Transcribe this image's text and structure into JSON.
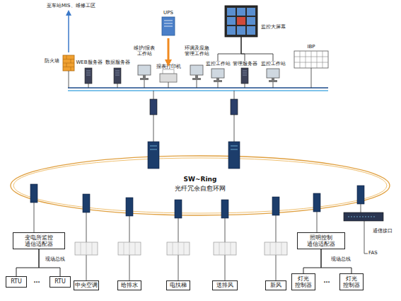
{
  "diagram": {
    "nodes": [
      {
        "text": [
          "防火墙"
        ]
      },
      {
        "text": [
          "WEB服务器"
        ]
      },
      {
        "text": [
          "数据服务器"
        ]
      },
      {
        "text": [
          "维护/报表 工作站"
        ]
      },
      {
        "text": [
          "报表打印机"
        ]
      },
      {
        "text": [
          "UPS"
        ]
      },
      {
        "text": [
          "环调及应急 管理工作站"
        ]
      },
      {
        "text": [
          "监控工作站"
        ]
      },
      {
        "text": [
          "管理服务器"
        ]
      },
      {
        "text": [
          "监控工作站"
        ]
      },
      {
        "text": [
          "监控大屏幕"
        ]
      },
      {
        "text": [
          "IBP"
        ]
      },
      {
        "text": [
          "变电所监控 通信适配器"
        ]
      },
      {
        "text": [
          "RTU"
        ]
      },
      {
        "text": [
          "RTU"
        ]
      },
      {
        "text": [
          "中央空调"
        ]
      },
      {
        "text": [
          "给排水"
        ]
      },
      {
        "text": [
          "电扶梯"
        ]
      },
      {
        "text": [
          "送排风"
        ]
      },
      {
        "text": [
          "新风"
        ]
      },
      {
        "text": [
          "照明控制 通信适配器"
        ]
      },
      {
        "text": [
          "灯光 控制器"
        ]
      },
      {
        "text": [
          "灯光 控制器"
        ]
      },
      {
        "text": [
          "通信接口"
        ]
      }
    ],
    "edges": [
      {
        "from": 5,
        "to": 4,
        "arrow": "to"
      },
      {
        "from": 10,
        "to": 7,
        "arrow": "none"
      },
      {
        "from": 10,
        "to": 8,
        "arrow": "none"
      },
      {
        "from": 10,
        "to": 9,
        "arrow": "none"
      },
      {
        "from": 12,
        "to": 13,
        "arrow": "none"
      },
      {
        "from": 12,
        "to": 14,
        "arrow": "none"
      },
      {
        "from": 20,
        "to": 21,
        "arrow": "none"
      },
      {
        "from": 20,
        "to": 22,
        "arrow": "none"
      }
    ],
    "labels": [
      "至车站MIS、维修工区",
      "SW~Ring",
      "光纤冗余自愈环网",
      "现场总线",
      "...",
      "现场总线",
      "...",
      "FAS"
    ]
  }
}
